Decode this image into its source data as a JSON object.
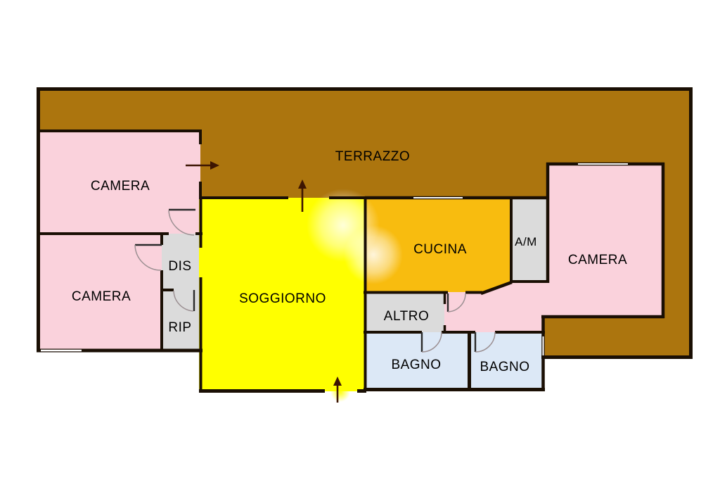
{
  "colors": {
    "background": "#ffffff",
    "terrace": "#ac750e",
    "pink": "#fad2dc",
    "yellow": "#ffff00",
    "orange": "#f8bc0f",
    "gray": "#dbdbdb",
    "blue": "#dce8f6",
    "wall": "#1a0f04",
    "terrace_text": "#4a1a05",
    "cucina_text": "#4f1010",
    "arrow": "#3d1502"
  },
  "plan": {
    "terrazzo": {
      "label": "TERRAZZO"
    },
    "camera_top_left": {
      "label": "CAMERA"
    },
    "camera_bottom_left": {
      "label": "CAMERA"
    },
    "camera_right": {
      "label": "CAMERA"
    },
    "dis": {
      "label": "DIS"
    },
    "rip": {
      "label": "RIP"
    },
    "soggiorno": {
      "label": "SOGGIORNO"
    },
    "cucina": {
      "label": "CUCINA"
    },
    "am": {
      "label": "A/M"
    },
    "altro": {
      "label": "ALTRO"
    },
    "bagno_left": {
      "label": "BAGNO"
    },
    "bagno_right": {
      "label": "BAGNO"
    }
  }
}
